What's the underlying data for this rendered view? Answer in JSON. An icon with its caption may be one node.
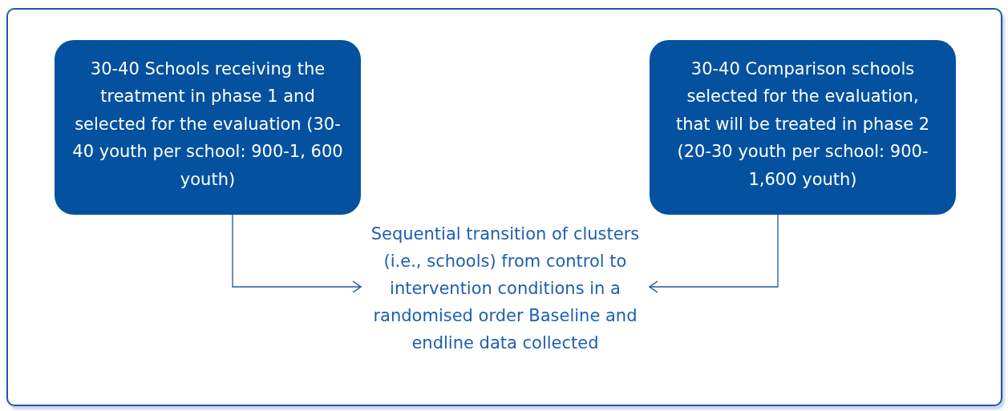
{
  "diagram": {
    "nodes": [
      {
        "text": [
          "30-40 Schools receiving the treatment in phase 1 and selected for the evaluation (30-40 youth per school: 900-1, 600 youth)"
        ]
      },
      {
        "text": [
          "30-40 Comparison schools selected for the evaluation, that will be treated in phase 2 (20-30 youth per school: 900-1,600 youth)"
        ]
      },
      {
        "text": [
          "Sequential transition of clusters (i.e., schools) from control to intervention conditions in a randomised order Baseline and endline data collected"
        ]
      }
    ],
    "edges": [
      {
        "from": 0,
        "to": 2,
        "arrow": "to"
      },
      {
        "from": 1,
        "to": 2,
        "arrow": "to"
      }
    ]
  }
}
